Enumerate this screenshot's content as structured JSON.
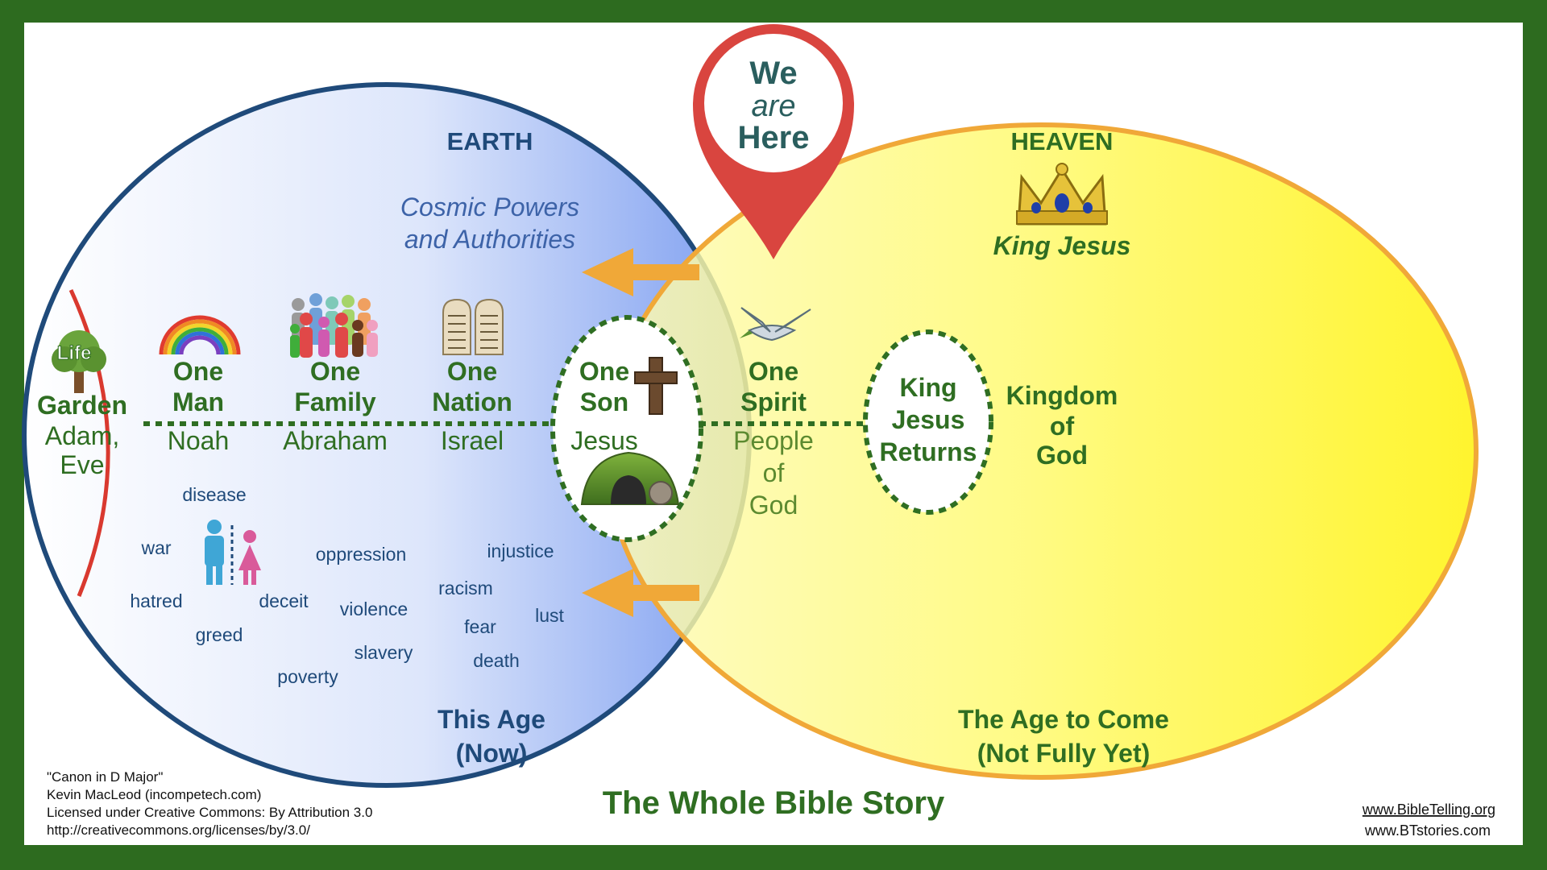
{
  "title": "The Whole Bible Story",
  "earth": {
    "heading": "EARTH",
    "powers_line1": "Cosmic Powers",
    "powers_line2": "and Authorities",
    "age_line1": "This Age",
    "age_line2": "(Now)"
  },
  "heaven": {
    "heading": "HEAVEN",
    "king": "King Jesus",
    "age_line1": "The Age to Come",
    "age_line2": "(Not Fully Yet)",
    "kingdom_line1": "Kingdom",
    "kingdom_line2": "of",
    "kingdom_line3": "God"
  },
  "pin": {
    "line1": "We",
    "line2": "are",
    "line3": "Here"
  },
  "garden": {
    "tree_label": "Life",
    "title": "Garden",
    "line1": "Adam,",
    "line2": "Eve"
  },
  "timeline": {
    "man": {
      "line1": "One",
      "line2": "Man",
      "sub": "Noah"
    },
    "family": {
      "line1": "One",
      "line2": "Family",
      "sub": "Abraham"
    },
    "nation": {
      "line1": "One",
      "line2": "Nation",
      "sub": "Israel"
    },
    "son": {
      "line1": "One",
      "line2": "Son",
      "sub": "Jesus"
    },
    "spirit": {
      "line1": "One",
      "line2": "Spirit",
      "sub1": "People",
      "sub2": "of",
      "sub3": "God"
    },
    "returns": {
      "line1": "King",
      "line2": "Jesus",
      "line3": "Returns"
    }
  },
  "troubles": {
    "disease": "disease",
    "war": "war",
    "hatred": "hatred",
    "greed": "greed",
    "deceit": "deceit",
    "oppression": "oppression",
    "violence": "violence",
    "slavery": "slavery",
    "poverty": "poverty",
    "injustice": "injustice",
    "racism": "racism",
    "fear": "fear",
    "lust": "lust",
    "death": "death"
  },
  "credits": {
    "line1": "\"Canon in D Major\"",
    "line2": "Kevin MacLeod (incompetech.com)",
    "line3": "Licensed under Creative Commons: By Attribution 3.0",
    "line4": "http://creativecommons.org/licenses/by/3.0/"
  },
  "links": {
    "site1": "www.BibleTelling.org",
    "site2": "www.BTstories.com"
  },
  "colors": {
    "frame": "#2d6b1f",
    "earth_border": "#1f4a7a",
    "earth_text": "#1f4a7a",
    "heaven_border": "#f0a838",
    "heaven_fill": "#fff200",
    "green_text": "#2f6e22",
    "pin_red": "#d9453f",
    "pin_text": "#2a5e5e",
    "arrow": "#f0a838",
    "garden_line": "#d9392f"
  }
}
